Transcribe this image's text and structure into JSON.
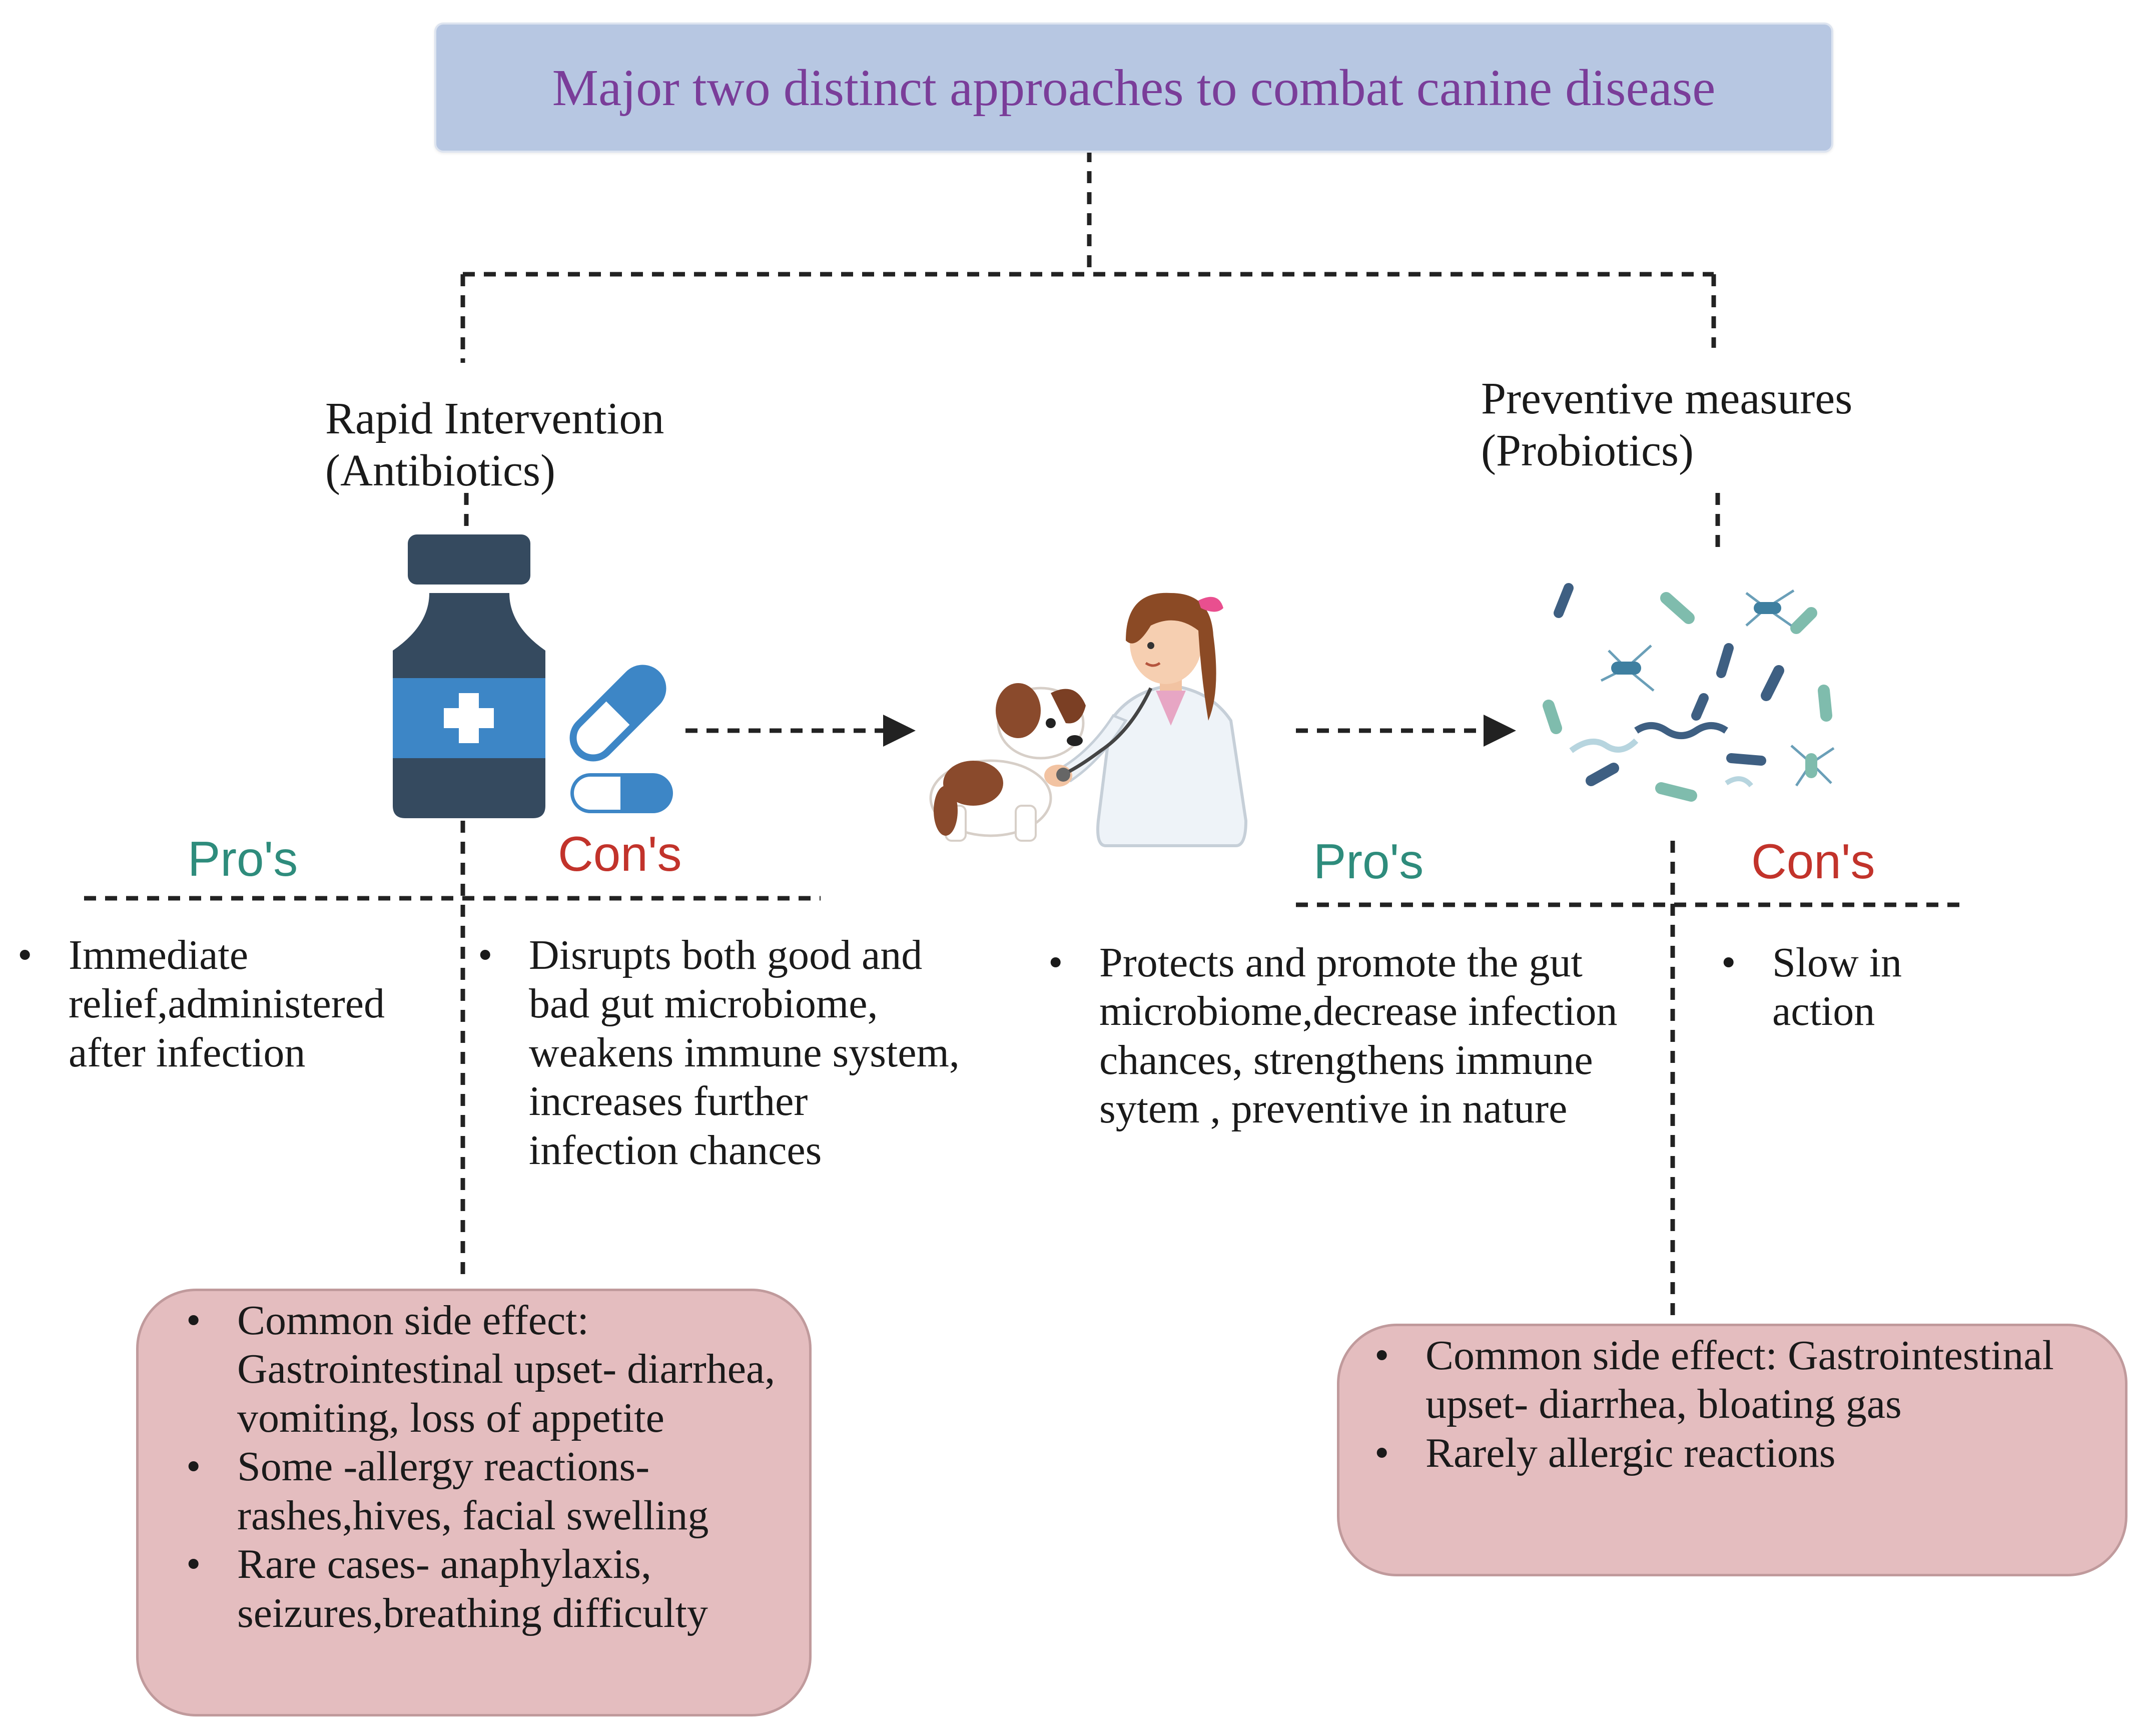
{
  "title": "Major two distinct approaches to combat canine disease",
  "left": {
    "heading_line1": "Rapid Intervention",
    "heading_line2": "(Antibiotics)",
    "pros_label": "Pro's",
    "cons_label": "Con's",
    "pros": [
      "Immediate relief,administered after infection"
    ],
    "cons": [
      "Disrupts both good and bad  gut microbiome, weakens immune system, increases further infection chances"
    ],
    "side_effects": [
      "Common side effect: Gastrointestinal upset- diarrhea, vomiting, loss of appetite",
      "Some -allergy reactions- rashes,hives, facial swelling",
      "Rare cases- anaphylaxis, seizures,breathing difficulty"
    ]
  },
  "right": {
    "heading_line1": "Preventive measures",
    "heading_line2": "(Probiotics)",
    "pros_label": "Pro's",
    "cons_label": "Con's",
    "pros": [
      "Protects and promote the gut microbiome,decrease infection chances, strengthens immune sytem , preventive in nature"
    ],
    "cons": [
      "Slow in action"
    ],
    "side_effects": [
      "Common side effect: Gastrointestinal upset- diarrhea, bloating  gas",
      "Rarely allergic reactions"
    ]
  },
  "icons": [
    "medicine-bottle-icon",
    "pill-capsule-icon",
    "veterinarian-with-dog-icon",
    "bacteria-icon"
  ],
  "colors": {
    "title_fill": "#b7c7e2",
    "title_text": "#7a3d99",
    "pro": "#2e8c7c",
    "con": "#c2332b",
    "side_box_fill": "#e4bdbf",
    "bottle": "#354a5f",
    "bottle_label": "#3d86c6"
  }
}
